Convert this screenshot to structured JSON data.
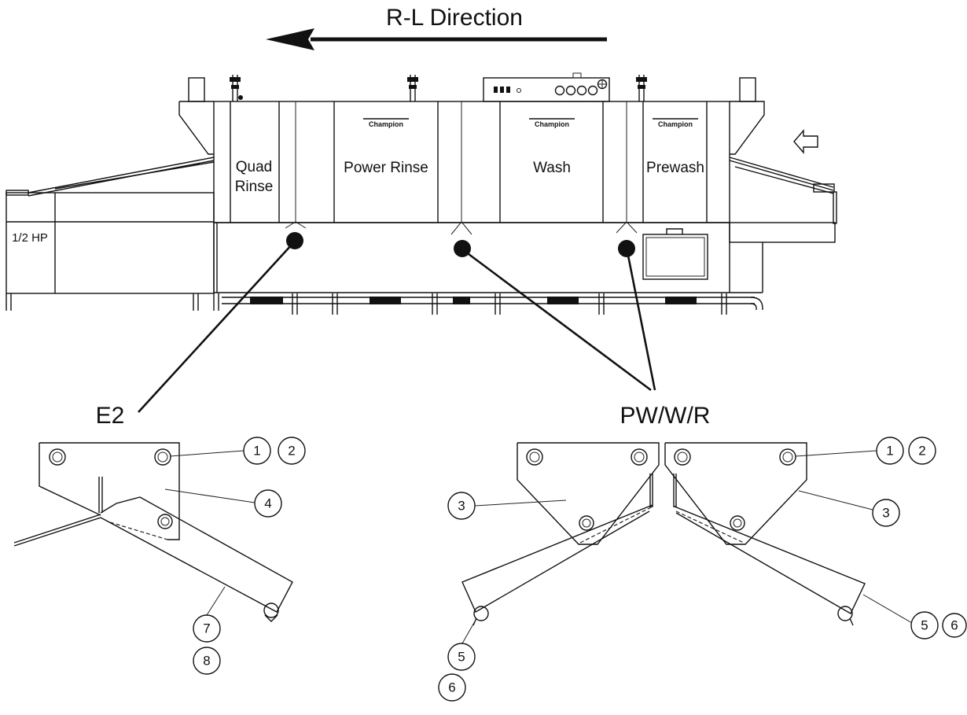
{
  "direction_label": "R-L Direction",
  "motor_label": "1/2 HP",
  "brand": "Champion",
  "sections": {
    "quad_rinse_1": "Quad",
    "quad_rinse_2": "Rinse",
    "power_rinse": "Power Rinse",
    "wash": "Wash",
    "prewash": "Prewash"
  },
  "callouts": {
    "e2": "E2",
    "pw_w_r": "PW/W/R"
  },
  "item_numbers": {
    "e2_a": "1",
    "e2_b": "2",
    "e2_c": "4",
    "e2_d": "7",
    "e2_e": "8",
    "left_a": "3",
    "left_b": "5",
    "left_c": "6",
    "right_a": "1",
    "right_b": "2",
    "right_c": "3",
    "right_d": "5",
    "right_e": "6"
  }
}
